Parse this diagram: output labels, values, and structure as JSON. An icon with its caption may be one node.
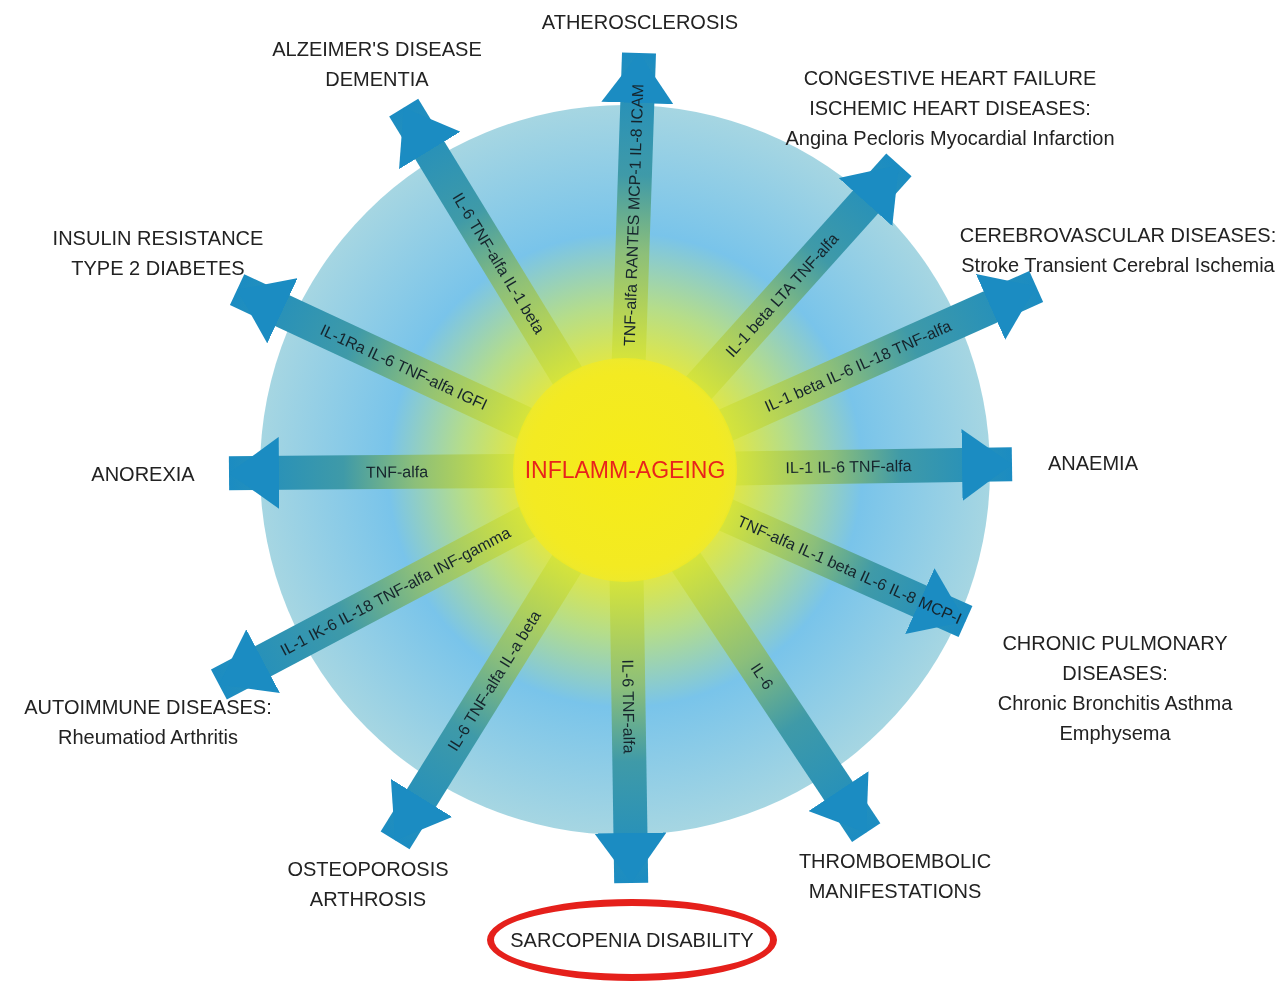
{
  "diagram": {
    "nodes": [
      {
        "text": [
          "ATHEROSCLEROSIS"
        ]
      },
      {
        "text": [
          "ALZEIMER'S DISEASE DEMENTIA"
        ]
      },
      {
        "text": [
          "CONGESTIVE HEART FAILURE ISCHEMIC HEART DISEASES:",
          "Angina Pecloris Myocardial Infarction"
        ]
      },
      {
        "text": [
          "INSULIN RESISTANCE TYPE 2 DIABETES"
        ]
      },
      {
        "text": [
          "CEREBROVASCULAR DISEASES:",
          "Stroke Transient Cerebral Ischemia"
        ]
      },
      {
        "text": [
          "ANOREXIA"
        ]
      },
      {
        "text": [
          "INFLAMM-AGEING"
        ]
      },
      {
        "text": [
          "ANAEMIA"
        ]
      },
      {
        "text": [
          "CHRONIC PULMONARY DISEASES:",
          "Chronic Bronchitis Asthma Emphysema"
        ]
      },
      {
        "text": [
          "AUTOIMMUNE DISEASES:",
          "Rheumatiod Arthritis"
        ]
      },
      {
        "text": [
          "OSTEOPOROSIS ARTHROSIS"
        ]
      },
      {
        "text": [
          "THROMBOEMBOLIC MANIFESTATIONS"
        ]
      },
      {
        "text": [
          "SARCOPENIA DISABILITY"
        ]
      }
    ],
    "edges": [
      {
        "from": 6,
        "to": 0,
        "arrow": "to",
        "label": "TNF-alfa RANTES MCP-1 IL-8 ICAM"
      },
      {
        "from": 6,
        "to": 1,
        "arrow": "to",
        "label": "IL-6 TNF-alfa IL-1 beta"
      },
      {
        "from": 6,
        "to": 2,
        "arrow": "to",
        "label": "IL-1 beta LTA TNF-alfa"
      },
      {
        "from": 6,
        "to": 3,
        "arrow": "to",
        "label": "IL-1Ra IL-6 TNF-alfa IGFI"
      },
      {
        "from": 6,
        "to": 4,
        "arrow": "to",
        "label": "IL-1 beta IL-6 IL-18 TNF-alfa"
      },
      {
        "from": 6,
        "to": 5,
        "arrow": "to",
        "label": "TNF-alfa"
      },
      {
        "from": 6,
        "to": 7,
        "arrow": "to",
        "label": "IL-1 IL-6 TNF-alfa"
      },
      {
        "from": 6,
        "to": 8,
        "arrow": "to",
        "label": "TNF-alfa IL-1 beta IL-6 IL-8 MCP-I"
      },
      {
        "from": 6,
        "to": 9,
        "arrow": "to",
        "label": "IL-1 IK-6 IL-18 TNF-alfa INF-gamma"
      },
      {
        "from": 6,
        "to": 10,
        "arrow": "to",
        "label": "IL-6 TNF-alfa IL-a beta"
      },
      {
        "from": 6,
        "to": 11,
        "arrow": "to",
        "label": "IL-6"
      },
      {
        "from": 6,
        "to": 12,
        "arrow": "to",
        "label": "IL-6 TNF-alfa"
      }
    ]
  }
}
